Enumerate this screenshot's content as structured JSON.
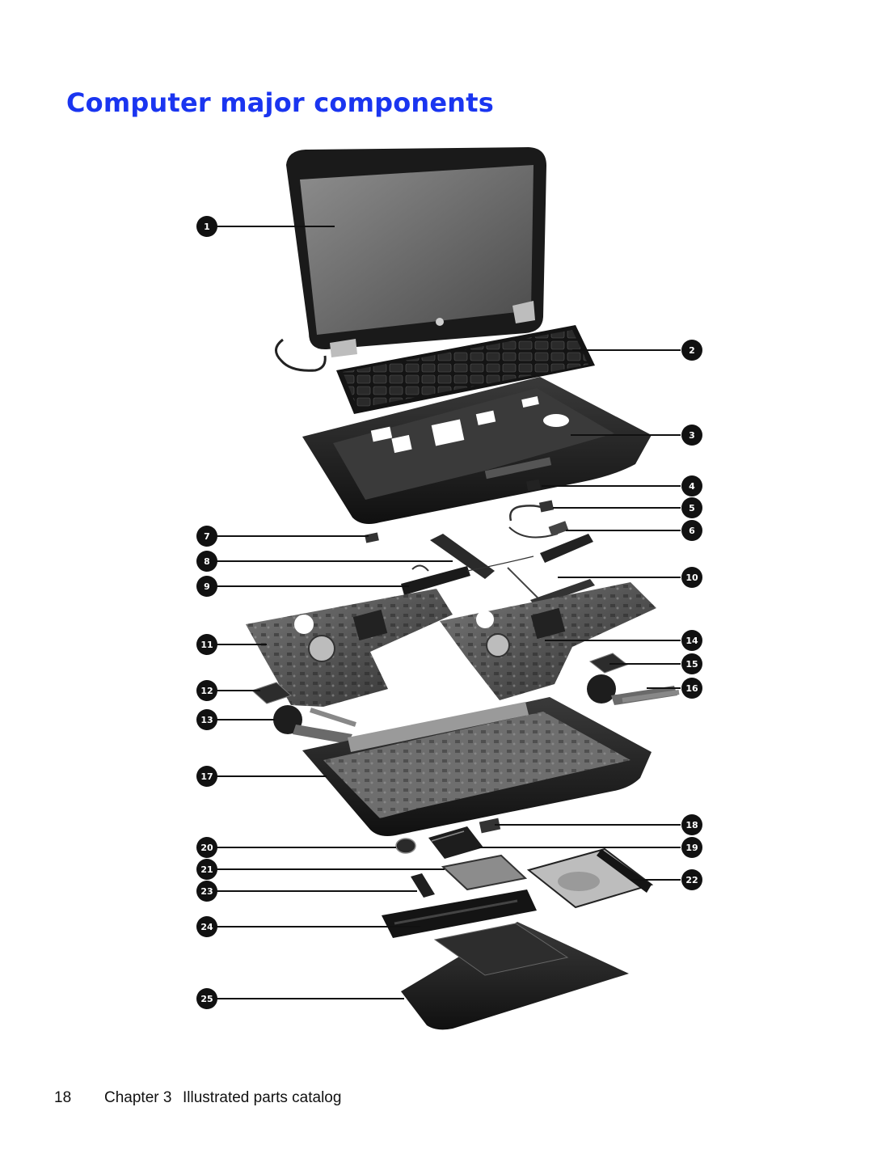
{
  "page": {
    "title": "Computer major components",
    "footer": {
      "page_number": "18",
      "chapter": "Chapter 3",
      "section": "Illustrated parts catalog"
    }
  },
  "callouts": [
    "1",
    "2",
    "3",
    "4",
    "5",
    "6",
    "7",
    "8",
    "9",
    "10",
    "11",
    "12",
    "13",
    "14",
    "15",
    "16",
    "17",
    "18",
    "19",
    "20",
    "21",
    "22",
    "23",
    "24",
    "25"
  ],
  "colors": {
    "title": "#1a35f0",
    "callout_fill": "#111111",
    "part_dark": "#1e1e1e",
    "part_mid": "#5a5a5a"
  }
}
